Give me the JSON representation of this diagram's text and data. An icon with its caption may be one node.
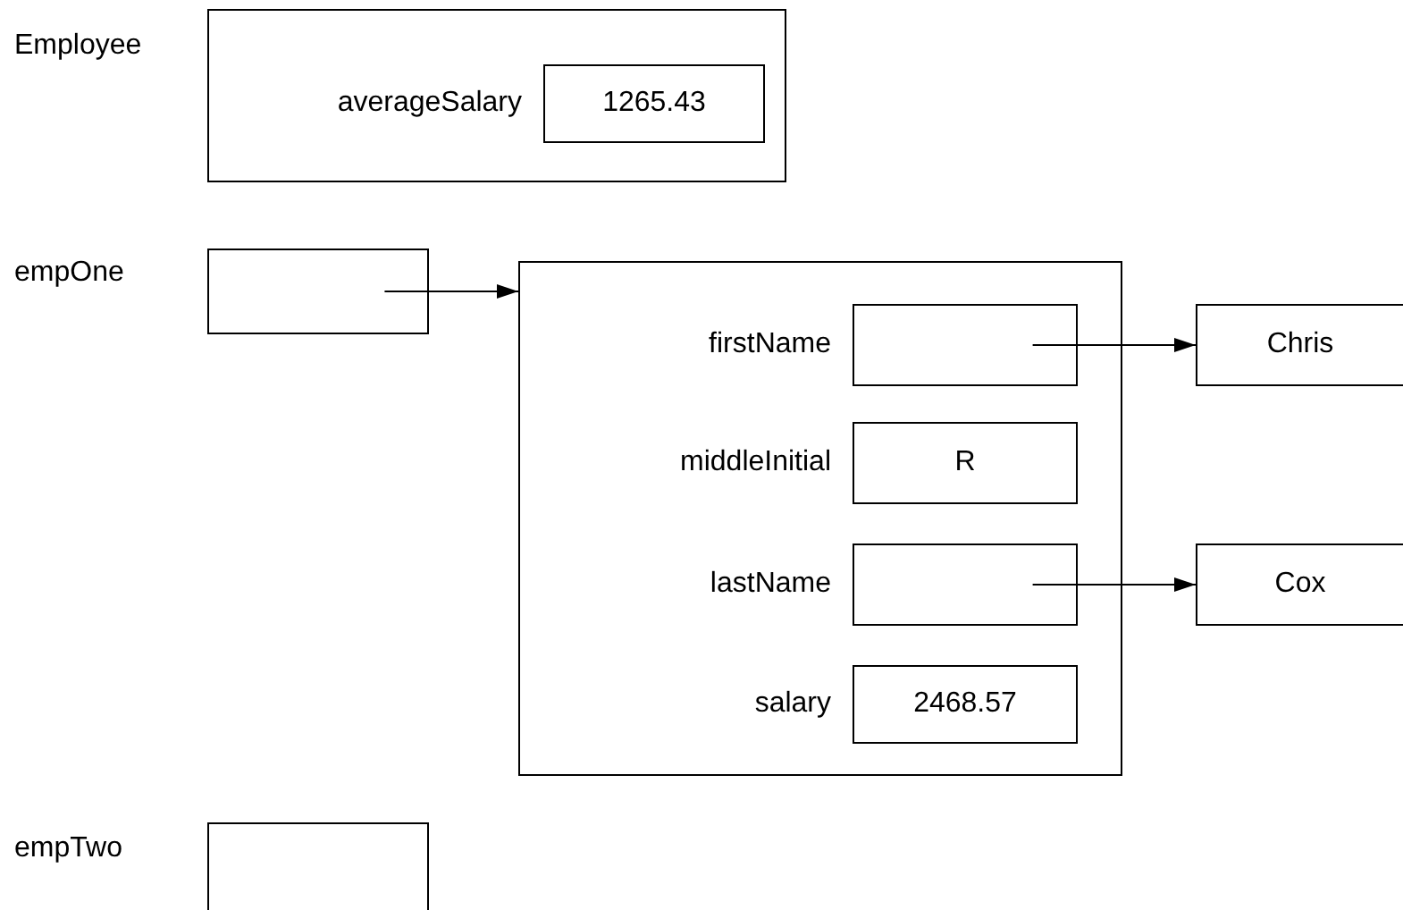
{
  "diagram": {
    "nodes": [
      {
        "text": [
          "Employee"
        ]
      },
      {
        "text": [
          "1265.43"
        ],
        "in": 0,
        "beside": [
          "averageSalary"
        ]
      },
      {
        "text": [],
        "shape": "box",
        "beside": [
          "empOne"
        ]
      },
      {
        "text": [],
        "shape": "box"
      },
      {
        "text": [],
        "shape": "box",
        "in": 3,
        "beside": [
          "firstName"
        ]
      },
      {
        "text": [
          "R"
        ],
        "in": 3,
        "beside": [
          "middleInitial"
        ]
      },
      {
        "text": [],
        "shape": "box",
        "in": 3,
        "beside": [
          "lastName"
        ]
      },
      {
        "text": [
          "2468.57"
        ],
        "in": 3,
        "beside": [
          "salary"
        ]
      },
      {
        "text": [
          "Chris"
        ]
      },
      {
        "text": [
          "Cox"
        ]
      },
      {
        "text": [],
        "shape": "box",
        "beside": [
          "empTwo"
        ]
      }
    ],
    "edges": [
      {
        "from": 2,
        "to": 3,
        "arrow": "to"
      },
      {
        "from": 4,
        "to": 8,
        "arrow": "to"
      },
      {
        "from": 6,
        "to": 9,
        "arrow": "to"
      }
    ]
  }
}
